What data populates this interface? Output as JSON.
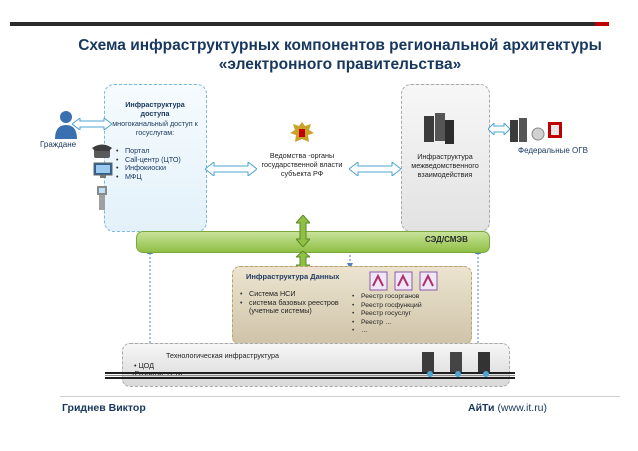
{
  "title": "Схема инфраструктурных компонентов региональной архитектуры «электронного правительства»",
  "citizens": {
    "label": "Граждане"
  },
  "access": {
    "title": "Инфраструктура доступа",
    "subtitle": "многоканальный доступ к госуслугам:",
    "items": [
      "Портал",
      "Call-центр (ЦТО)",
      "Инфокиоски",
      "МФЦ"
    ]
  },
  "agencies": {
    "label": "Ведомства -органы государственной власти субъекта РФ"
  },
  "interdept": {
    "label": "Инфраструктура межведомственного взаимодействия"
  },
  "federal": {
    "label": "Федеральные ОГВ"
  },
  "sed": {
    "label": "СЭД/СМЭВ"
  },
  "data_infra": {
    "title": "Инфраструктура Данных",
    "left_items": [
      "Система НСИ",
      "система базовых реестров (учетные системы)"
    ],
    "right_items": [
      "Реестр госорганов",
      "Реестр госфункций",
      "Реестр госуслуг",
      "Реестр …",
      "…"
    ]
  },
  "tech_infra": {
    "title": "Технологическая инфраструктура",
    "items": [
      "ЦОД",
      "Развитие сети"
    ]
  },
  "footer": {
    "author": "Гриднев Виктор",
    "company": "АйТи",
    "site": "(www.it.ru)"
  },
  "colors": {
    "title": "#17375e",
    "accent_red": "#c00000",
    "sed_green": "#9acd55",
    "arrow_blue": "#4fa3d1"
  }
}
